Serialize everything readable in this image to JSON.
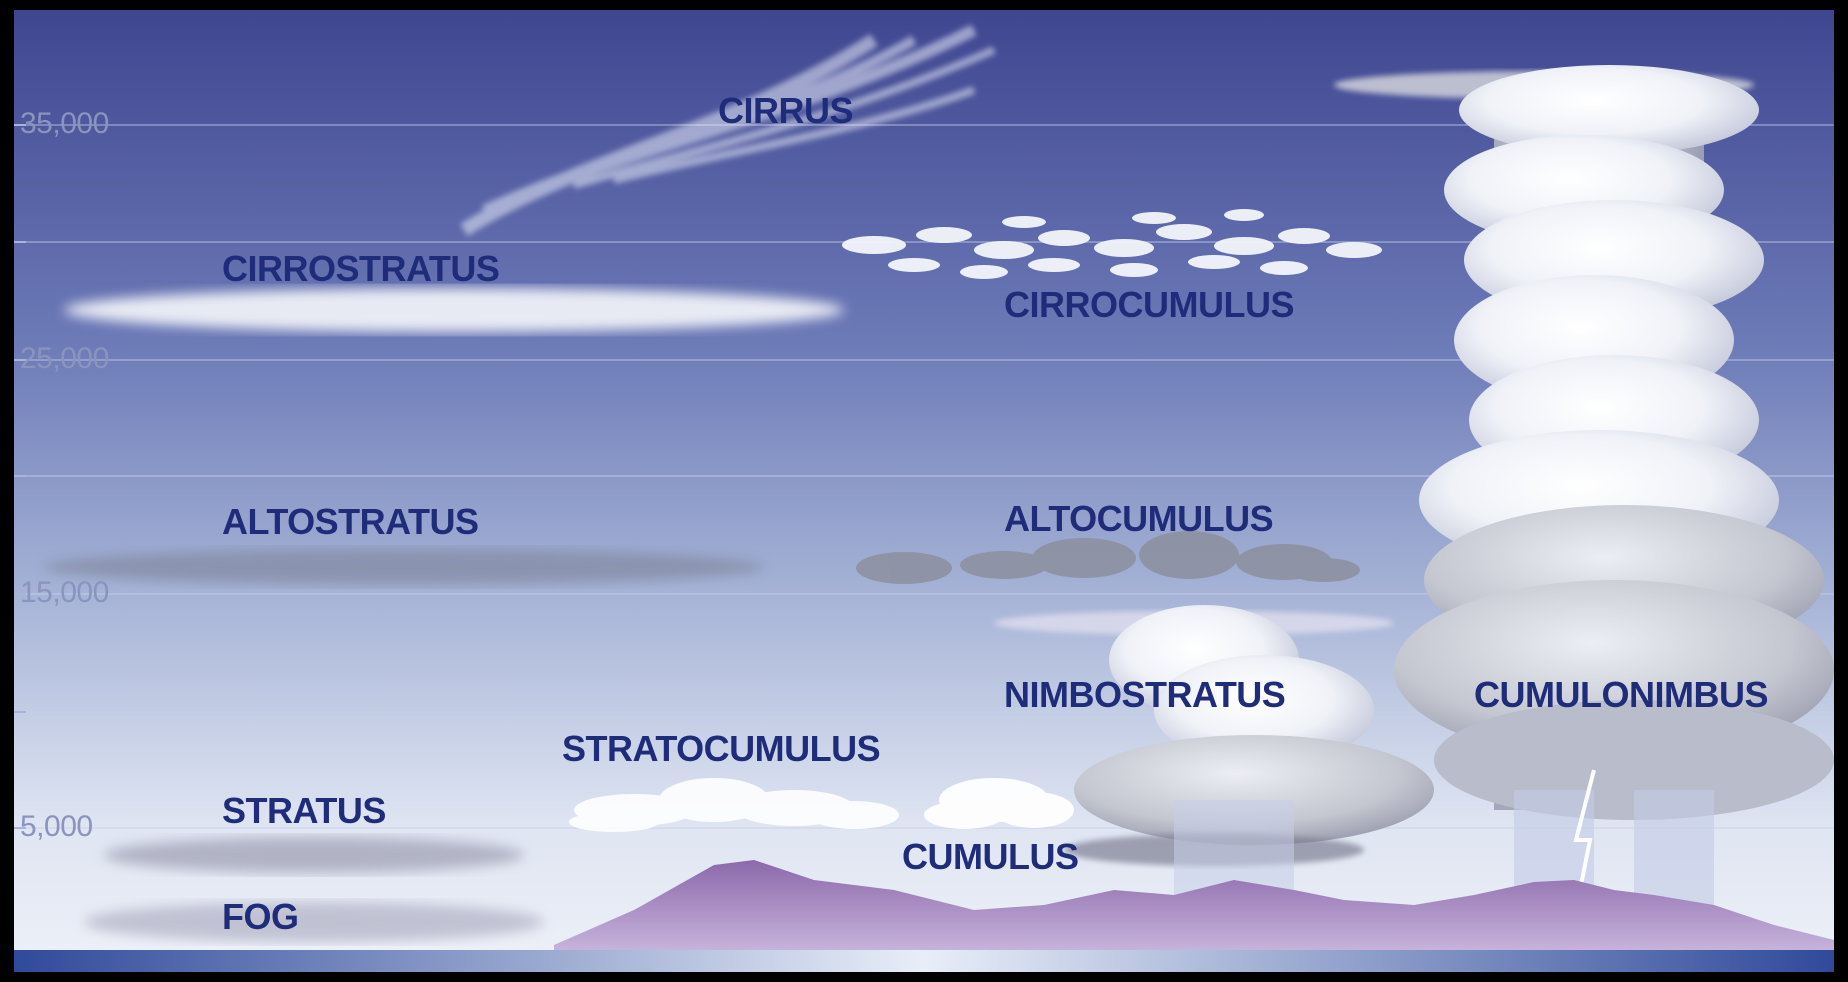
{
  "altitudes": {
    "a35000": "35,000",
    "a25000": "25,000",
    "a15000": "15,000",
    "a5000": "5,000"
  },
  "clouds": {
    "cirrus": "CIRRUS",
    "cirrostratus": "CIRROSTRATUS",
    "cirrocumulus": "CIRROCUMULUS",
    "altostratus": "ALTOSTRATUS",
    "altocumulus": "ALTOCUMULUS",
    "nimbostratus": "NIMBOSTRATUS",
    "cumulonimbus": "CUMULONIMBUS",
    "stratocumulus": "STRATOCUMULUS",
    "stratus": "STRATUS",
    "cumulus": "CUMULUS",
    "fog": "FOG"
  },
  "colors": {
    "sky_top": "#3f4690",
    "sky_bottom": "#e6ecf6",
    "label": "#1f2c7a",
    "mountain": "#8a6aa8",
    "ground_bar": "#3f5aa8"
  }
}
